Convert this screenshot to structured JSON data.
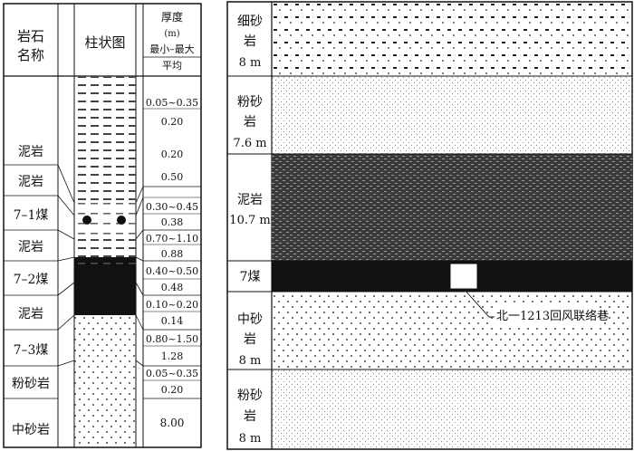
{
  "left_column": {
    "header_rock": [
      "岩石",
      "名称"
    ],
    "header_column": "柱状图",
    "header_thickness": [
      "厚度",
      "(m)",
      "最小–最大",
      "平均"
    ],
    "rocks": [
      "泥岩",
      "泥岩",
      "7–1煤",
      "泥岩",
      "7–2煤",
      "泥岩",
      "7–3煤",
      "粉砂岩",
      "中砂岩"
    ],
    "thickness_ranges": [
      "0.05~0.35",
      "0.30~0.45",
      "0.70~1.10",
      "0.40~0.50",
      "0.10~0.20",
      "0.80~1.50",
      "0.05~0.35"
    ],
    "thickness_avgs": [
      "0.20",
      "0.20",
      "0.50",
      "0.38",
      "0.88",
      "0.48",
      "0.14",
      "1.28",
      "0.20",
      "8.00"
    ]
  },
  "right_column": {
    "layers": [
      [
        "细砂",
        "岩",
        "8 m"
      ],
      [
        "粉砂",
        "岩",
        "7.6 m"
      ],
      [
        "泥岩",
        "10.7 m"
      ],
      [
        "7煤"
      ],
      [
        "中砂",
        "岩",
        "8 m"
      ],
      [
        "粉砂",
        "岩",
        "8 m"
      ]
    ],
    "roadway_label": "北一1213回风联络巷"
  }
}
